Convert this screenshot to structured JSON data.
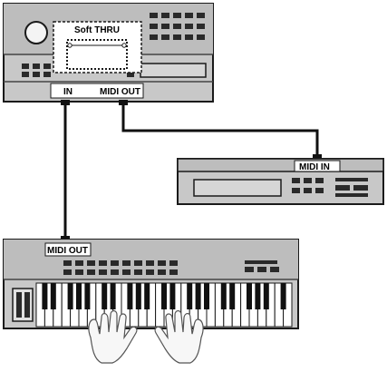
{
  "sequencer": {
    "soft_thru_label": "Soft THRU",
    "port_in_label": "IN",
    "port_midi_out_label": "MIDI OUT"
  },
  "sound_module": {
    "midi_in_label": "MIDI IN"
  },
  "keyboard": {
    "midi_out_label": "MIDI OUT"
  },
  "colors": {
    "panel": "#c8c8c8",
    "panel_dark": "#8a8a8a",
    "outline": "#1a1a1a",
    "cable": "#111111",
    "display": "#d6d6d6"
  }
}
